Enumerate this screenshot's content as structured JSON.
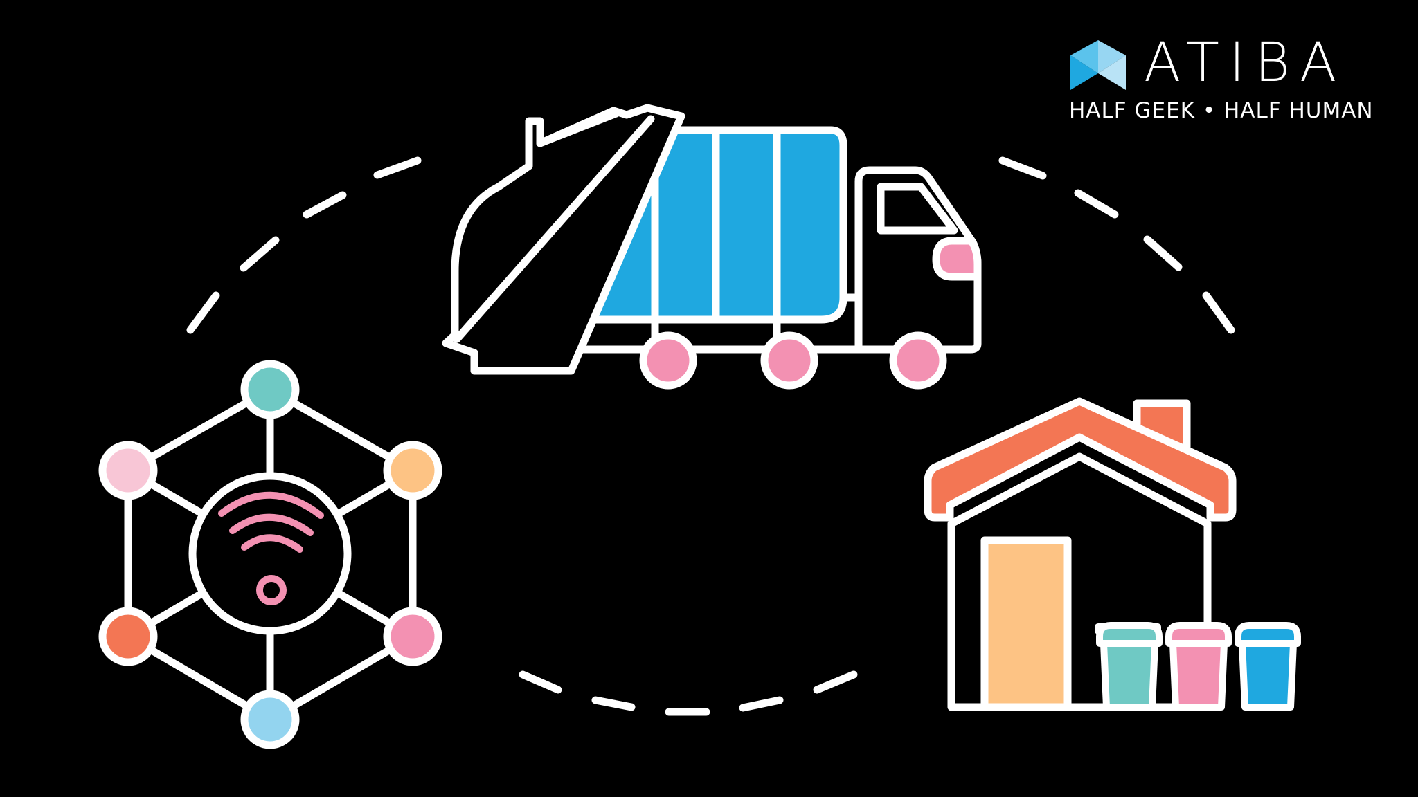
{
  "brand": {
    "name": "ATIBA",
    "tagline": "HALF GEEK • HALF HUMAN",
    "mark_colors": [
      "#5BC3EC",
      "#97D6F2",
      "#1FA8E0",
      "#B9E3F6"
    ]
  },
  "illustration": {
    "description": "Smart waste management cycle: IoT network hub, garbage truck, house with recycling bins connected by dashed arc",
    "colors": {
      "background": "#000000",
      "outline": "#FFFFFF",
      "truck_body": "#1FA8E0",
      "wheel": "#F391B2",
      "headlight": "#F391B2",
      "roof": "#F37654",
      "door": "#FDC384",
      "bin_teal": "#6FC9C4",
      "bin_pink": "#F391B2",
      "bin_blue": "#1FA8E0",
      "node_teal": "#6FC9C4",
      "node_light_pink": "#F8C6D6",
      "node_peach": "#FDC384",
      "node_coral": "#F37654",
      "node_pink": "#F391B2",
      "node_light_blue": "#93D4EF",
      "wifi": "#F391B2"
    },
    "icons": [
      "network-hub-icon",
      "wifi-icon",
      "garbage-truck-icon",
      "house-icon",
      "trash-bin-icon"
    ]
  }
}
